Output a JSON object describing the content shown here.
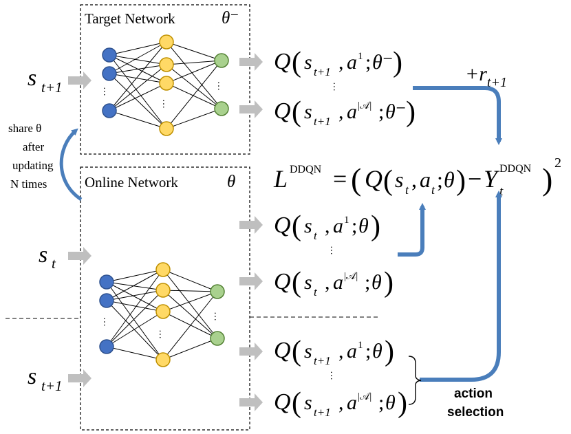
{
  "diagram": {
    "target_network": {
      "title": "Target Network",
      "param": "θ⁻"
    },
    "online_network": {
      "title": "Online Network",
      "param": "θ"
    },
    "share_note": [
      "share θ",
      "after",
      "updating",
      "N times"
    ],
    "inputs": {
      "target_input": {
        "base": "s",
        "sub": "t+1"
      },
      "online_input": {
        "base": "s",
        "sub": "t"
      },
      "online_next_input": {
        "base": "s",
        "sub": "t+1"
      }
    },
    "outputs": {
      "target_first": {
        "state": "s",
        "state_sub": "t+1",
        "action_sup": "1",
        "param": "θ⁻"
      },
      "target_last": {
        "state": "s",
        "state_sub": "t+1",
        "action_sup": "|𝒜|",
        "param": "θ⁻"
      },
      "online_first": {
        "state": "s",
        "state_sub": "t",
        "action_sup": "1",
        "param": "θ"
      },
      "online_last": {
        "state": "s",
        "state_sub": "t",
        "action_sup": "|𝒜|",
        "param": "θ"
      },
      "next_first": {
        "state": "s",
        "state_sub": "t+1",
        "action_sup": "1",
        "param": "θ"
      },
      "next_last": {
        "state": "s",
        "state_sub": "t+1",
        "action_sup": "|𝒜|",
        "param": "θ"
      }
    },
    "reward": {
      "prefix": "+r",
      "sub": "t+1"
    },
    "loss": {
      "L": "L",
      "L_sup": "DDQN",
      "inner": "Q",
      "state": "s",
      "state_sub": "t",
      "action": "a",
      "action_sub": "t",
      "param": "θ",
      "Y": "Y",
      "Y_sub": "t",
      "Y_sup": "DDQN",
      "power": "2"
    },
    "action_selection": [
      "action",
      "selection"
    ],
    "ellipsis": "…",
    "vertical_ellipsis": "⋮",
    "colors": {
      "input_node": "#4472c4",
      "hidden_node": "#ffd966",
      "output_node": "#a9d18e",
      "arrow_gray": "#bfbfbf",
      "arrow_blue": "#4a7ebb"
    }
  }
}
